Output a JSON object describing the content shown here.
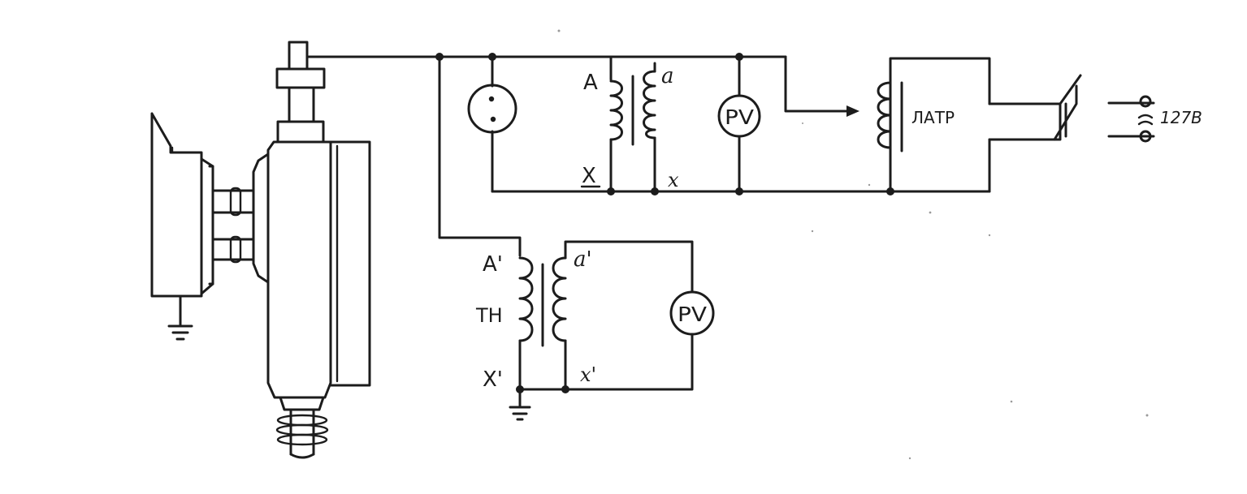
{
  "labels": {
    "main_transformer_primary_start": "A",
    "main_transformer_primary_end": "X",
    "main_transformer_secondary_start": "a",
    "main_transformer_secondary_end": "x",
    "main_voltmeter": "PV",
    "autotransformer": "ЛАТР",
    "supply_voltage": "127В",
    "vt_primary_start": "A'",
    "vt_primary_end": "X'",
    "vt_secondary_start": "a'",
    "vt_secondary_end": "x'",
    "vt_designation": "ТН",
    "vt_voltmeter": "PV"
  }
}
